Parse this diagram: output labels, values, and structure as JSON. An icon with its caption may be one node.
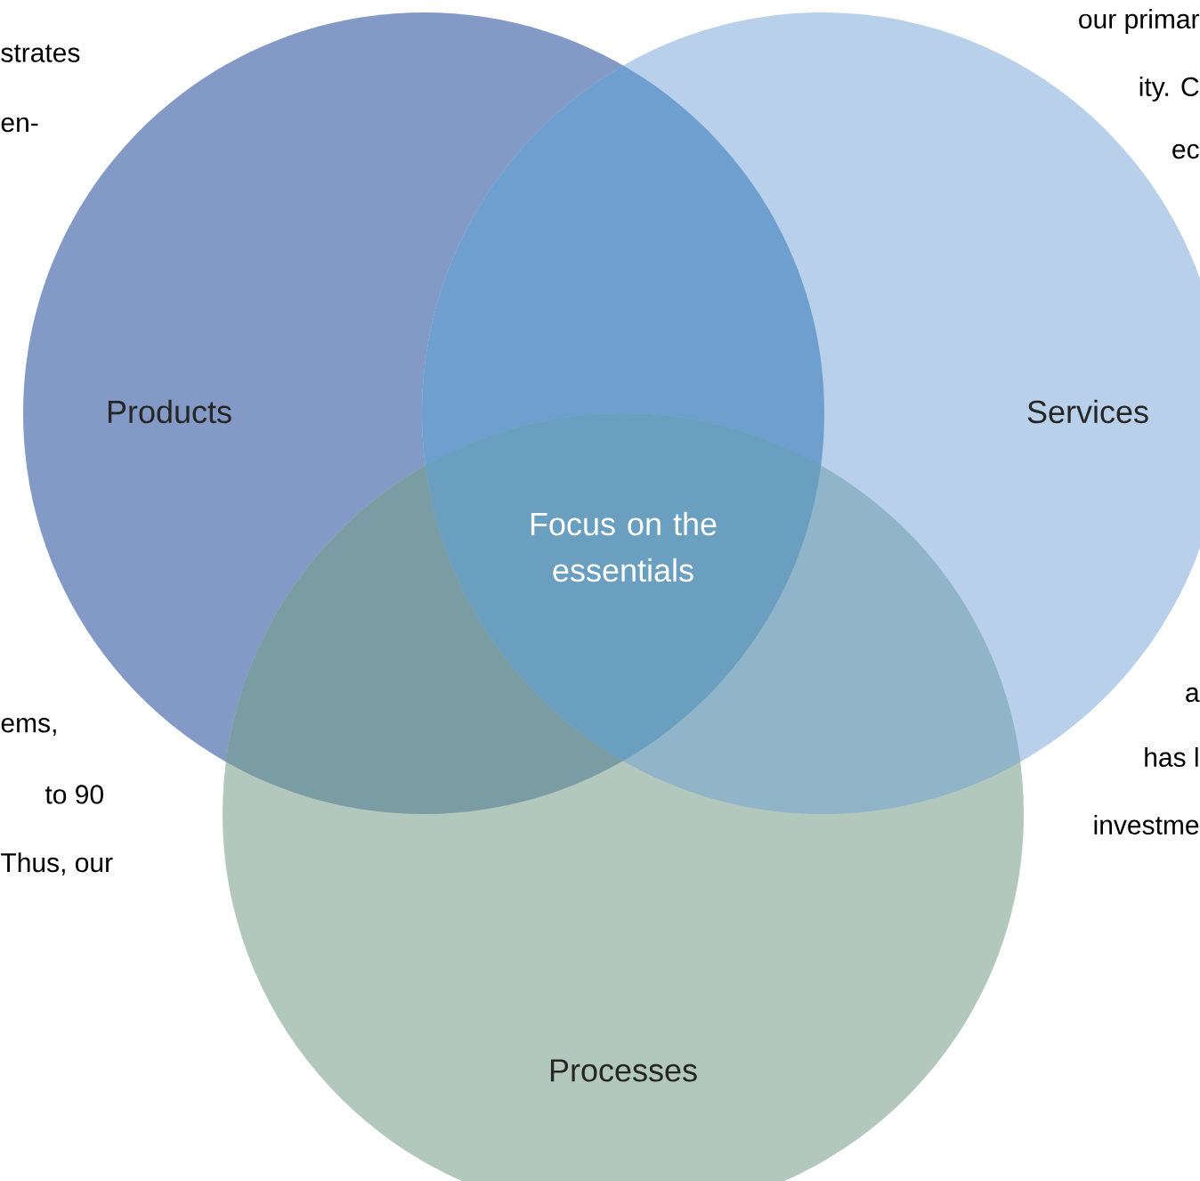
{
  "diagram": {
    "nodes": [
      {
        "text": [
          "Products"
        ]
      },
      {
        "text": [
          "Services"
        ]
      },
      {
        "text": [
          "Processes"
        ]
      },
      {
        "text": [
          "Focus on the essentials"
        ]
      }
    ],
    "edges": [],
    "labels": [
      "strates",
      "en-",
      "our primar",
      "ity. C",
      "ec",
      "ems,",
      "to 90",
      "Thus, our",
      "a",
      "has l",
      "investme"
    ]
  }
}
